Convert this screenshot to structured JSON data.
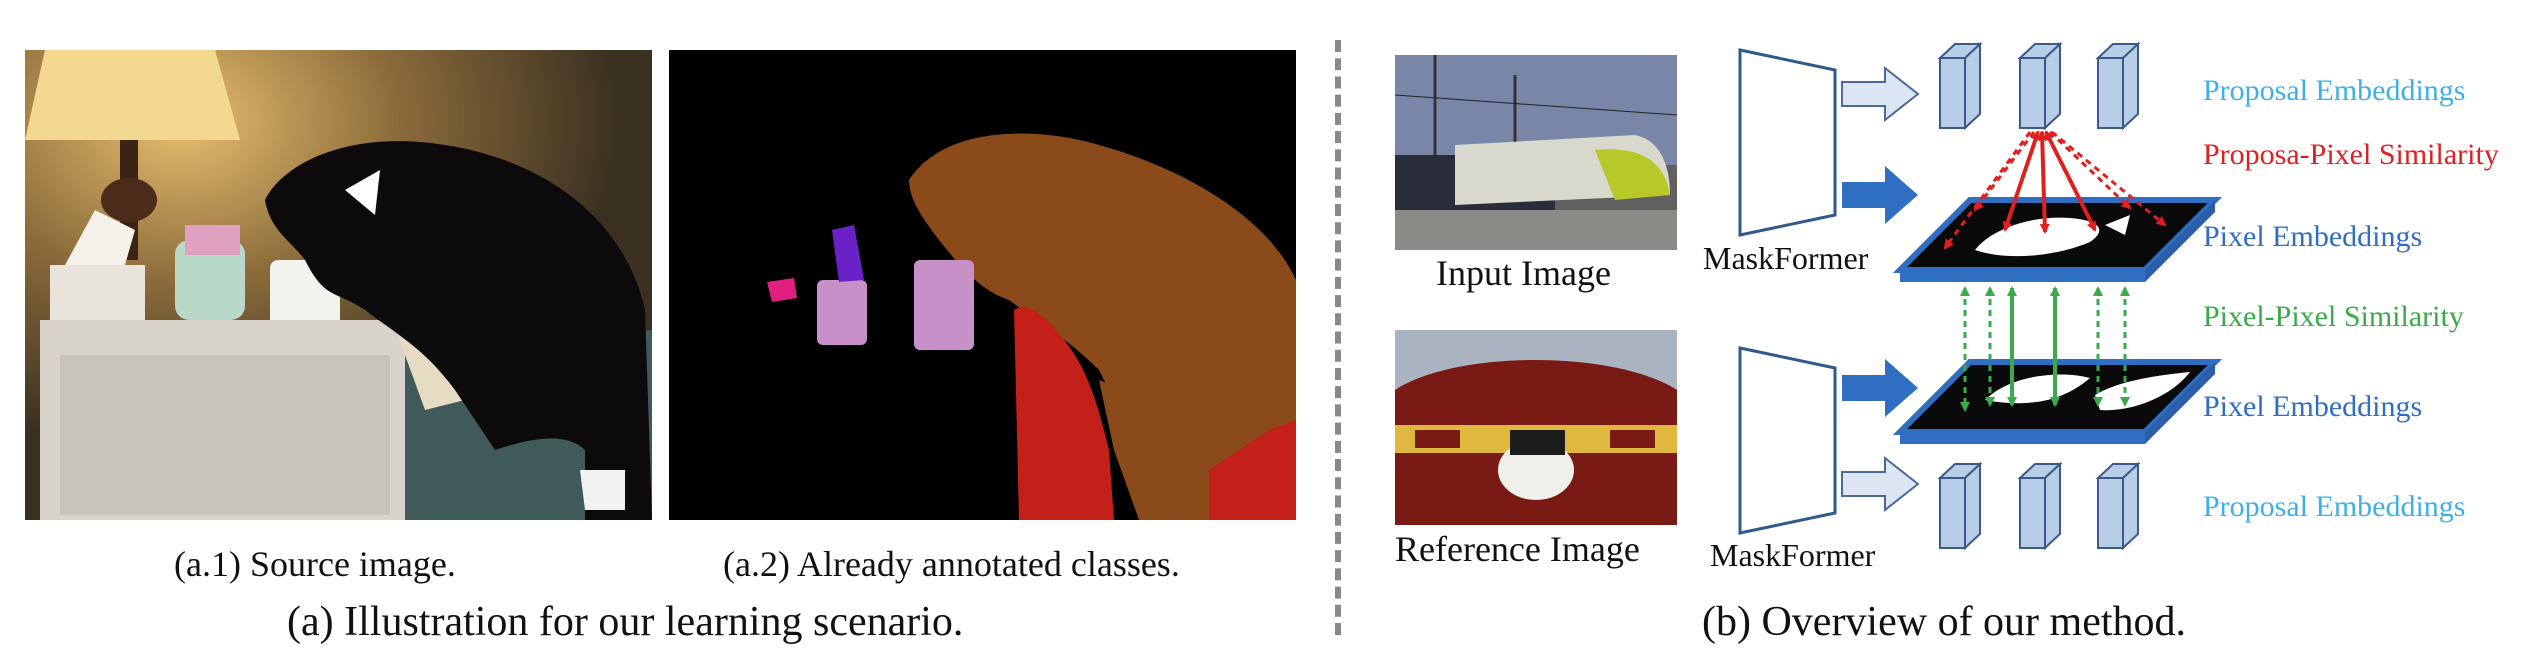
{
  "left_panel": {
    "source_caption": "(a.1) Source image.",
    "annotated_caption": "(a.2) Already annotated classes.",
    "main_caption": "(a) Illustration for our learning scenario."
  },
  "right_panel": {
    "input_label": "Input Image",
    "reference_label": "Reference Image",
    "maskformer_top": "MaskFormer",
    "maskformer_bottom": "MaskFormer",
    "main_caption": "(b) Overview of our method.",
    "legend": {
      "proposal_top": "Proposal Embeddings",
      "proposal_pixel_similarity": "Proposa-Pixel Similarity",
      "pixel_top": "Pixel Embeddings",
      "pixel_pixel_similarity": "Pixel-Pixel Similarity",
      "pixel_bottom": "Pixel Embeddings",
      "proposal_bottom": "Proposal Embeddings"
    },
    "colors": {
      "proposal": "#3fb0e6",
      "proposal_pixel": "#e02020",
      "pixel": "#2f6ec0",
      "pixel_pixel": "#3aaa4a"
    }
  }
}
